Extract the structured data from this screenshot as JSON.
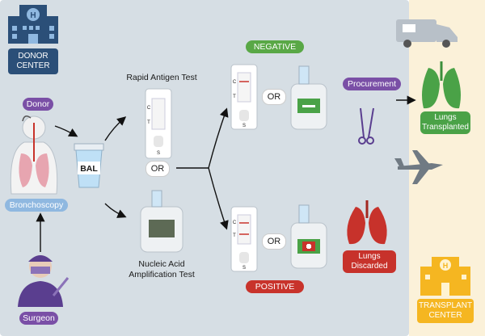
{
  "colors": {
    "main_panel": "#d6dee4",
    "side_panel": "#fbf1d9",
    "donor_center": "#2b4f78",
    "transplant_center": "#f5b621",
    "purple": "#7a4fa6",
    "blue_pill": "#8fb8e0",
    "green": "#59a846",
    "red": "#c8332b",
    "dark_purple": "#5a3e8f",
    "lungs_transplanted": "#4aa247",
    "lungs_discarded": "#c7322b"
  },
  "labels": {
    "donor_center_line1": "DONOR",
    "donor_center_line2": "CENTER",
    "donor": "Donor",
    "bronchoscopy": "Bronchoscopy",
    "surgeon": "Surgeon",
    "bal": "BAL",
    "or_main": "OR",
    "or_negative": "OR",
    "or_positive": "OR",
    "rapid_antigen_test": "Rapid Antigen Test",
    "naat_line1": "Nucleic Acid",
    "naat_line2": "Amplification Test",
    "negative": "NEGATIVE",
    "positive": "POSITIVE",
    "procurement": "Procurement",
    "lungs_transplanted_line1": "Lungs",
    "lungs_transplanted_line2": "Transplanted",
    "lungs_discarded_line1": "Lungs",
    "lungs_discarded_line2": "Discarded",
    "transplant_center_line1": "TRANSPLANT",
    "transplant_center_line2": "CENTER",
    "test_c": "C",
    "test_t": "T",
    "test_s": "S"
  },
  "icons": [
    "hospital-icon",
    "ambulance-icon",
    "airplane-icon",
    "lungs-icon",
    "scissors-icon",
    "surgeon-icon",
    "donor-body-icon",
    "specimen-cup-icon",
    "test-strip-icon",
    "analyzer-device-icon"
  ]
}
